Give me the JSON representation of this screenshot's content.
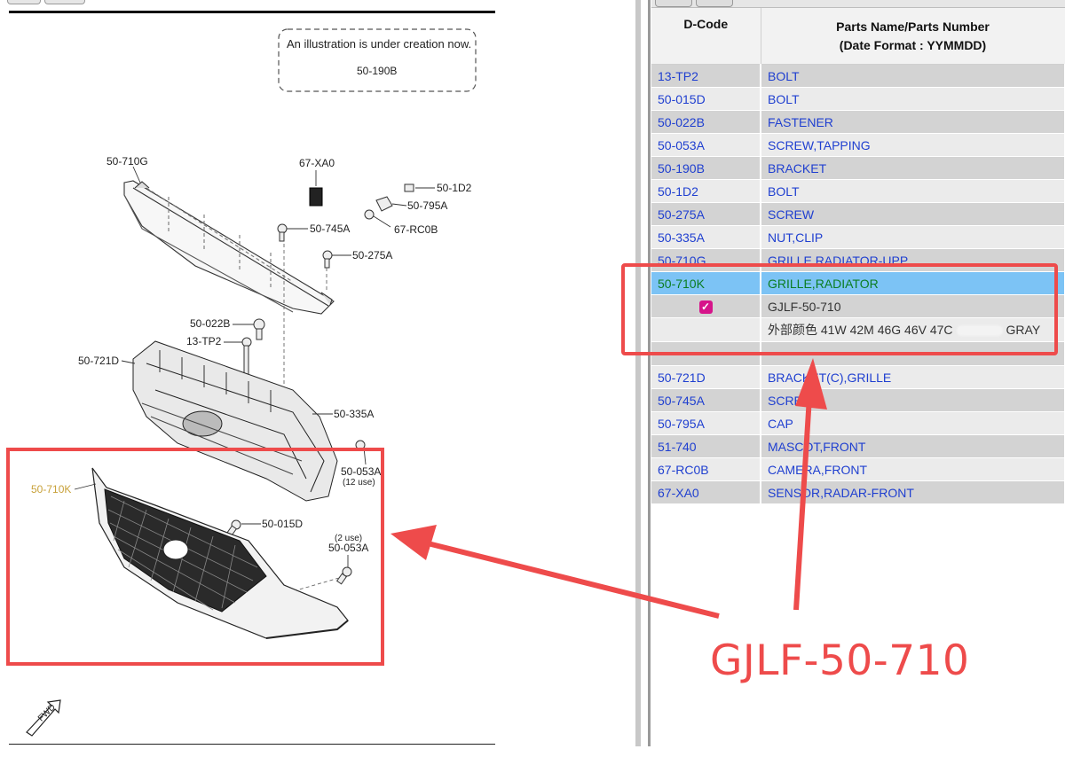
{
  "diagram": {
    "notice_line1": "An illustration is under creation now.",
    "notice_line2": "50-190B",
    "callouts": {
      "c_50_710G": "50-710G",
      "c_67_XA0": "67-XA0",
      "c_50_1D2": "50-1D2",
      "c_50_795A": "50-795A",
      "c_50_745A": "50-745A",
      "c_67_RC0B": "67-RC0B",
      "c_50_275A": "50-275A",
      "c_50_022B": "50-022B",
      "c_13_TP2": "13-TP2",
      "c_50_721D": "50-721D",
      "c_50_335A": "50-335A",
      "c_50_053A_top": "50-053A",
      "c_12_use": "(12 use)",
      "c_50_710K": "50-710K",
      "c_50_015D": "50-015D",
      "c_2_use": "(2 use)",
      "c_50_053A_bot": "50-053A",
      "fwd": "FWD"
    }
  },
  "table": {
    "col_dcode": "D-Code",
    "col_name_line1": "Parts Name/Parts Number",
    "col_name_line2": "(Date Format : YYMMDD)",
    "rows_top": [
      {
        "code": "13-TP2",
        "name": "BOLT"
      },
      {
        "code": "50-015D",
        "name": "BOLT"
      },
      {
        "code": "50-022B",
        "name": "FASTENER"
      },
      {
        "code": "50-053A",
        "name": "SCREW,TAPPING"
      },
      {
        "code": "50-190B",
        "name": "BRACKET"
      },
      {
        "code": "50-1D2",
        "name": "BOLT"
      },
      {
        "code": "50-275A",
        "name": "SCREW"
      },
      {
        "code": "50-335A",
        "name": "NUT,CLIP"
      },
      {
        "code": "50-710G",
        "name": "GRILLE,RADIATOR-UPP."
      }
    ],
    "selected": {
      "code": "50-710K",
      "name": "GRILLE,RADIATOR"
    },
    "detail_part_number": "GJLF-50-710",
    "detail_color_prefix": "外部颜色 41W 42M 46G 46V 47C",
    "detail_color_suffix": "GRAY",
    "check_mark": "✓",
    "rows_bottom": [
      {
        "code": "50-721D",
        "name": "BRACKET(C),GRILLE"
      },
      {
        "code": "50-745A",
        "name": "SCREW"
      },
      {
        "code": "50-795A",
        "name": "CAP"
      },
      {
        "code": "51-740",
        "name": "MASCOT,FRONT"
      },
      {
        "code": "67-RC0B",
        "name": "CAMERA,FRONT"
      },
      {
        "code": "67-XA0",
        "name": "SENSOR,RADAR-FRONT"
      }
    ]
  },
  "annotation": {
    "big_label": "GJLF-50-710",
    "color": "#ee4b4b"
  }
}
